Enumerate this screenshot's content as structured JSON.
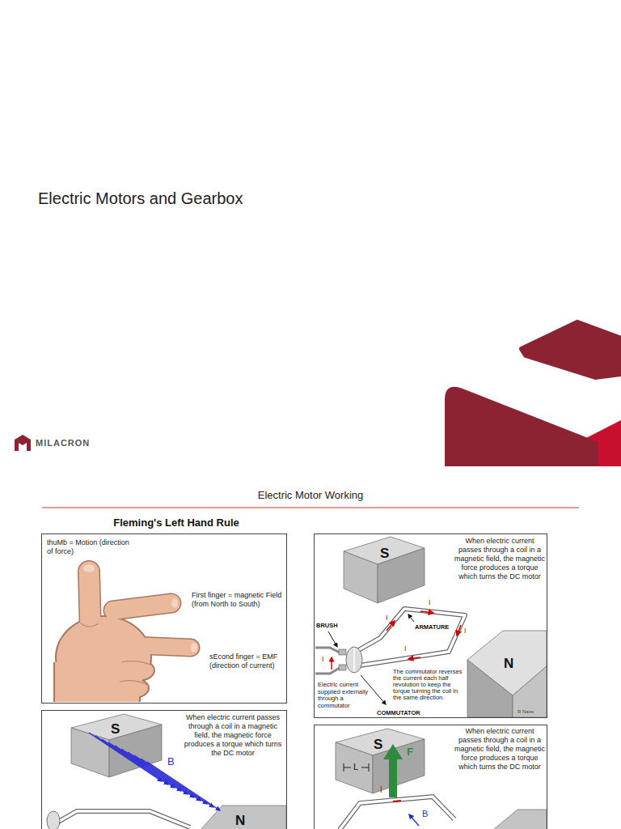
{
  "diagram": {
    "title": "Electric Motors and Gearbox",
    "nodes": [
      {
        "text": [
          "thuMb = Motion (direction of force)",
          "First finger = magnetic Field (from North to South)",
          "sEcond finger = EMF (direction of current)"
        ]
      },
      {
        "text": [
          "When electric current passes through a coil in a magnetic field, the magnetic force produces a torque which turns the DC motor"
        ]
      },
      {
        "text": [
          "S"
        ],
        "in": 1
      },
      {
        "text": [
          "N"
        ],
        "in": 1
      },
      {
        "text": [
          "When electric current passes through a coil in a magnetic field, the magnetic force produces a torque which turns the DC motor"
        ]
      },
      {
        "text": [
          "S"
        ],
        "in": 4
      },
      {
        "text": [
          "N"
        ],
        "in": 4
      },
      {
        "text": [
          "When electric current passes through a coil in a magnetic field, the magnetic force produces a torque which turns the DC motor"
        ]
      },
      {
        "text": [
          "S"
        ],
        "in": 7
      }
    ],
    "labels": [
      "MILACRON",
      "Electric Motor Working",
      "Fleming's Left Hand Rule",
      "BRUSH",
      "ARMATURE",
      "I",
      "I",
      "I",
      "I",
      "I",
      "Electric current supplied externally through a commutator",
      "The commutator reverses the current each half revolution to keep the torque turning the coil in the same direction.",
      "COMMUTATOR",
      "R Nave",
      "B",
      "F",
      "L",
      "I",
      "B"
    ]
  }
}
